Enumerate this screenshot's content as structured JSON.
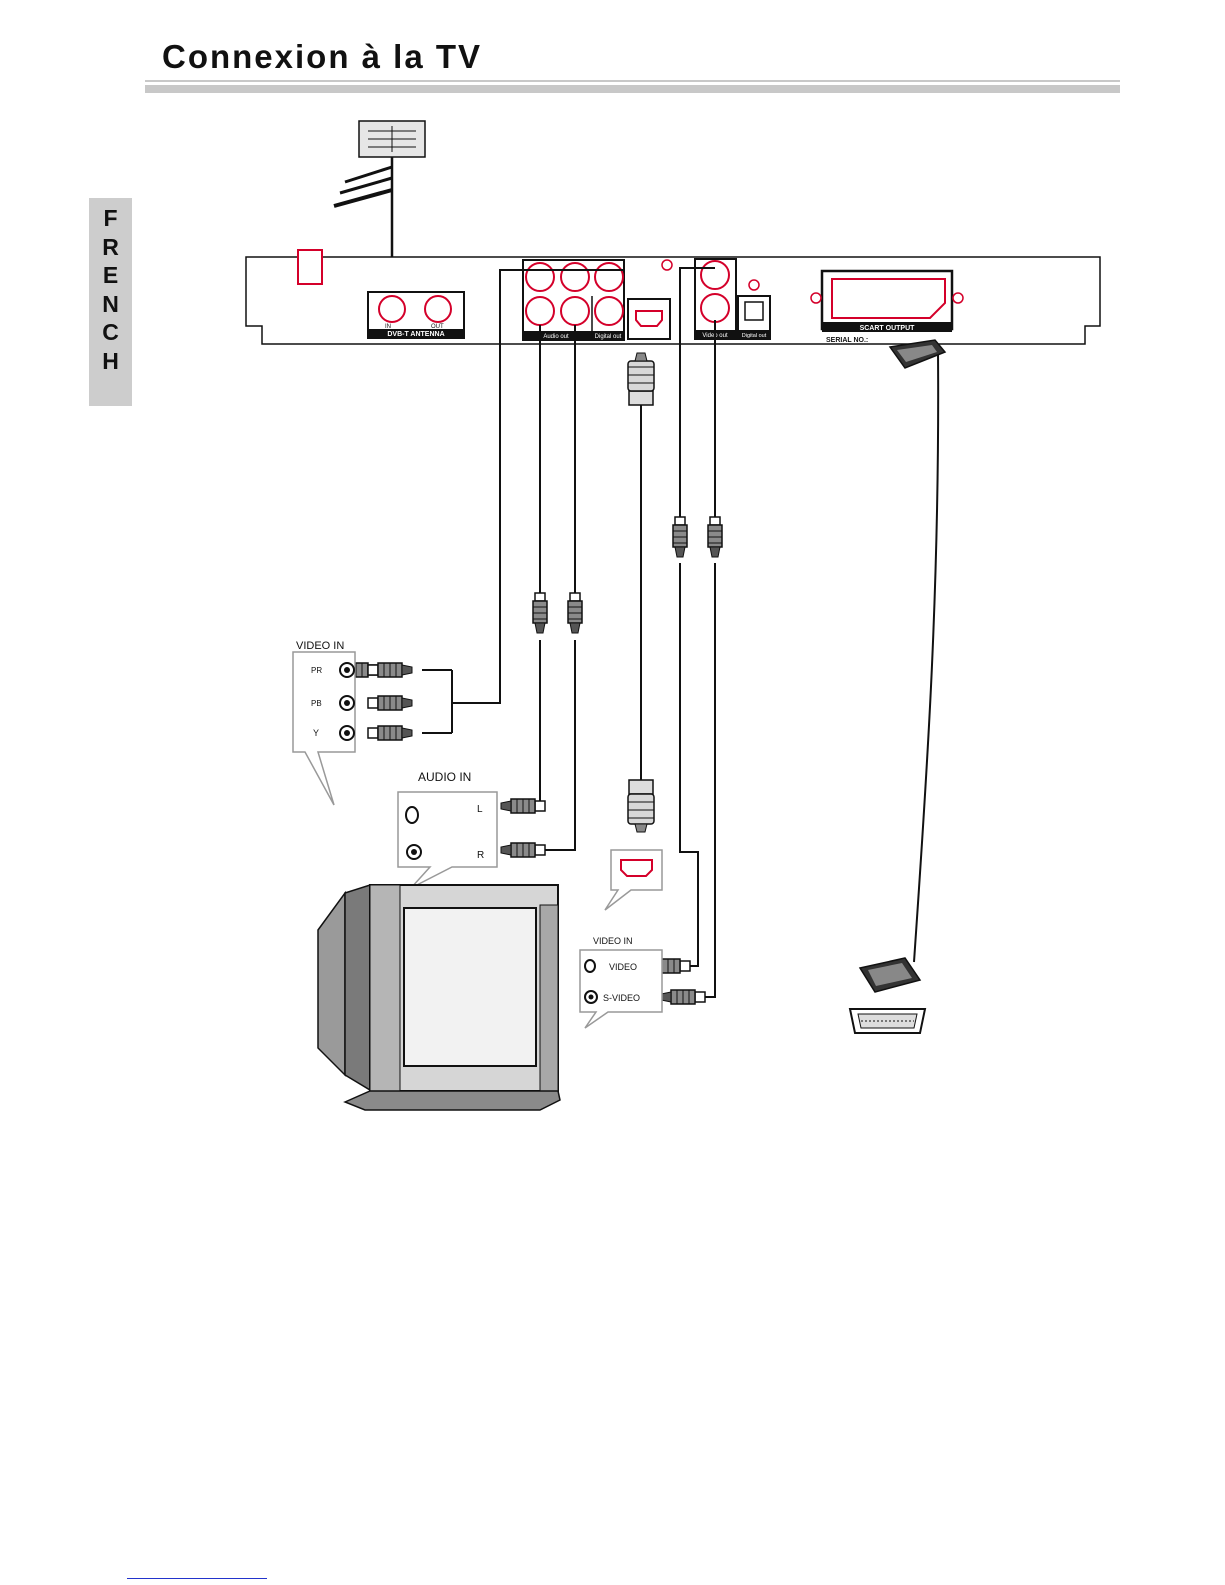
{
  "page": {
    "title": "Connexion à la TV",
    "language_tab": [
      "F",
      "R",
      "E",
      "N",
      "C",
      "H"
    ]
  },
  "device_panel": {
    "antenna_in": "IN",
    "antenna_out": "OUT",
    "antenna_label": "DVB-T ANTENNA",
    "audio_out": "Audio out",
    "digital_out_1": "Digital out",
    "video_out": "Video out",
    "digital_out_2": "Digital out",
    "scart_label": "SCART OUTPUT",
    "serial": "SERIAL NO.:"
  },
  "tv_component_input": {
    "title": "VIDEO IN",
    "pr": "PR",
    "pb": "PB",
    "y": "Y"
  },
  "tv_audio_input": {
    "title": "AUDIO IN",
    "left": "L",
    "right": "R"
  },
  "tv_video_input": {
    "title": "VIDEO IN",
    "video": "VIDEO",
    "svideo": "S-VIDEO"
  },
  "colors": {
    "accent": "#d4002a",
    "line": "#111111",
    "gray": "#c8c8c8"
  }
}
